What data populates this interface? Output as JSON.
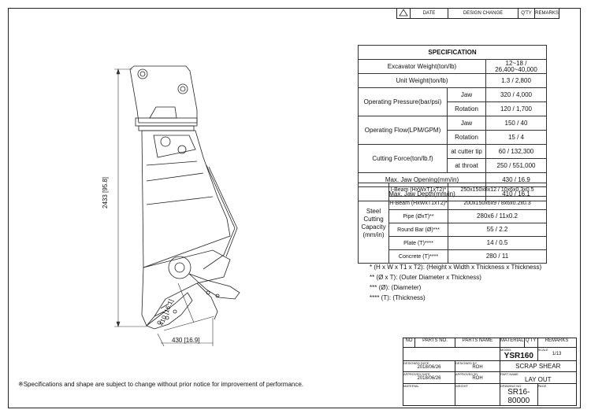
{
  "revision_block": {
    "headers": [
      "DATE",
      "DESIGN CHANGE",
      "Q'TY",
      "REMARKS"
    ]
  },
  "spec": {
    "title": "SPECIFICATION",
    "rows": [
      {
        "label": "Excavator Weight(ton/lb)",
        "value": "12~18 / 26,400~40,000"
      },
      {
        "label": "Unit Weight(ton/lb)",
        "value": "1.3 / 2,800"
      },
      {
        "label": "Operating Pressure(bar/psi)",
        "sub": [
          {
            "label": "Jaw",
            "value": "320 / 4,000"
          },
          {
            "label": "Rotation",
            "value": "120 / 1,700"
          }
        ]
      },
      {
        "label": "Operating Flow(LPM/GPM)",
        "sub": [
          {
            "label": "Jaw",
            "value": "150 / 40"
          },
          {
            "label": "Rotation",
            "value": "15 / 4"
          }
        ]
      },
      {
        "label": "Cutting Force(ton/lb.f)",
        "sub": [
          {
            "label": "at cutter tip",
            "value": "60 / 132,300"
          },
          {
            "label": "at throat",
            "value": "250 / 551,000"
          }
        ]
      },
      {
        "label": "Max. Jaw Opening(mm/in)",
        "value": "430 / 16.9"
      },
      {
        "label": "Max. Jaw Depth(mm/in)",
        "value": "410 / 16.1"
      }
    ],
    "steel": {
      "label_lines": [
        "Steel",
        "Cutting",
        "Capacity",
        "(mm/in)"
      ],
      "rows": [
        {
          "label": "I-Beam (HxWxT1xT2)*",
          "value": "250x150x8x12 / 10x6x0.3x0.5"
        },
        {
          "label": "H-Beam (HxWxT1xT2)*",
          "value": "200x150x6x9 / 8x6x0.2x0.3"
        },
        {
          "label": "Pipe (ØxT)**",
          "value": "280x6 / 11x0.2"
        },
        {
          "label": "Round Bar (Ø)***",
          "value": "55 / 2.2"
        },
        {
          "label": "Plate (T)****",
          "value": "14 / 0.5"
        },
        {
          "label": "Concrete (T)****",
          "value": "280 / 11"
        }
      ]
    }
  },
  "notes": [
    "* (H x W x T1 x T2): (Height x Width x Thickness x Thickness)",
    "** (Ø x T): (Outer Diameter x Thickness)",
    "*** (Ø): (Diameter)",
    "**** (T): (Thickness)"
  ],
  "dimensions": {
    "height": "2433 [95.8]",
    "depth": "410 [16.1]",
    "opening": "430 [16.9]"
  },
  "title_block": {
    "headers": [
      "NO",
      "PARTS NO.",
      "PARTS NAME",
      "MATERIAL",
      "Q'TY",
      "REMARKS"
    ],
    "model_label": "MODEL",
    "model": "YSR160",
    "scale_label": "SCALE",
    "scale": "1/13",
    "designed_date_label": "DESIGNED DATE",
    "designed_by_label": "DESIGNED BY",
    "date1": "2018/06/26",
    "by1": "ROH",
    "product": "SCRAP SHEAR",
    "approved_date_label": "APPROVED DATE",
    "approved_by_label": "APPROVED BY",
    "date2": "2018/06/26",
    "by2": "ROH",
    "part_name_label": "PART NAME",
    "part_name": "LAY OUT",
    "material_label": "MATERIAL",
    "weight_label": "WEIGHT",
    "drawing_label": "DRAWING NO.",
    "drawing_no": "SR16-80000",
    "page_label": "PAGE"
  },
  "footer": "※Specifications and shape are subject to change without prior notice for improvement of performance."
}
